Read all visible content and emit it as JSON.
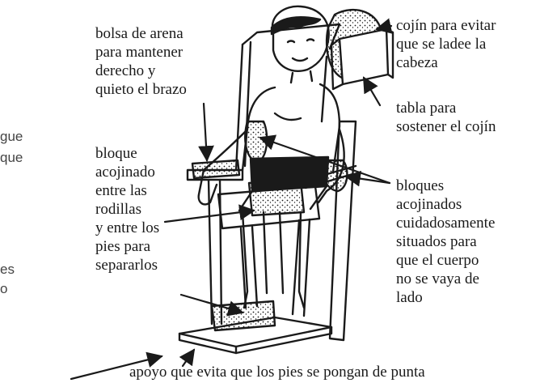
{
  "left_fragments": [
    "gue",
    "que",
    "es",
    "o"
  ],
  "labels": {
    "sandbag": "bolsa de arena\npara mantener\nderecho y\nquieto el brazo",
    "head_cushion": "cojín para evitar\nque se ladee la\ncabeza",
    "board": "tabla para\nsostener el cojín",
    "knee_block": "bloque\nacojinado\nentre las\nrodillas\ny entre los\npies para\nsepararlos",
    "side_blocks": "bloques\nacojinados\ncuidadosamente\nsituados para\nque el cuerpo\nno se vaya de\nlado",
    "foot_support": "apoyo que evita que los pies se pongan de punta"
  },
  "colors": {
    "ink": "#1a1a1a",
    "fragment": "#444444",
    "background": "#ffffff"
  }
}
